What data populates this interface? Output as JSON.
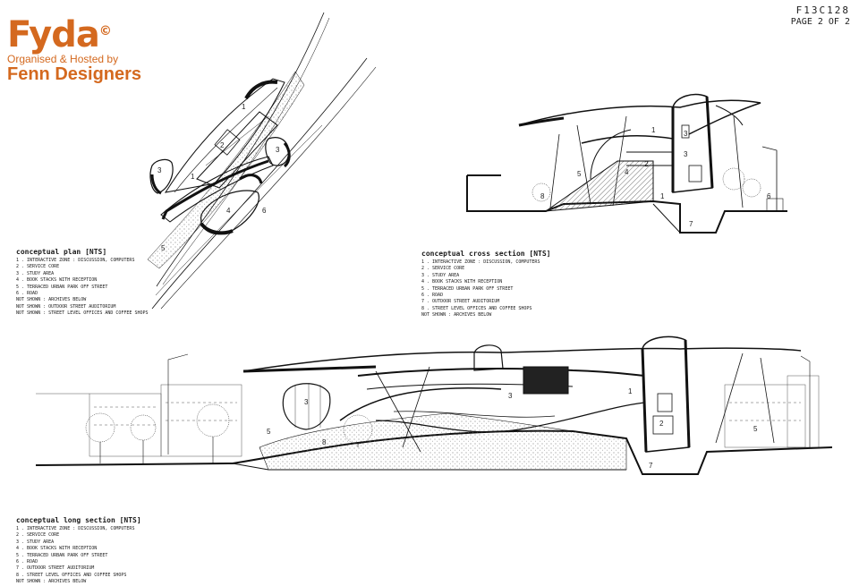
{
  "header": {
    "logo_mark": "Fyda",
    "logo_copyright": "©",
    "logo_tagline": "Organised & Hosted by",
    "logo_org": "Fenn Designers",
    "sheet_code": "F13C128",
    "page": "PAGE 2 OF 2"
  },
  "colors": {
    "brand_orange": "#d4691f",
    "ink": "#1a1a1a"
  },
  "plan": {
    "title": "conceptual plan [NTS]",
    "legend": [
      "1 . INTERACTIVE ZONE : DISCUSSION, COMPUTERS",
      "2 . SERVICE CORE",
      "3 . STUDY AREA",
      "4 . BOOK STACKS WITH RECEPTION",
      "5 . TERRACED URBAN PARK OFF STREET",
      "6 . ROAD",
      "NOT SHOWN : ARCHIVES BELOW",
      "NOT SHOWN : OUTDOOR STREET AUDITORIUM",
      "NOT SHOWN : STREET LEVEL OFFICES AND COFFEE SHOPS"
    ],
    "labels": [
      "1",
      "2",
      "3",
      "3",
      "1",
      "4",
      "6",
      "5"
    ]
  },
  "cross": {
    "title": "conceptual cross section [NTS]",
    "legend": [
      "1 . INTERACTIVE ZONE : DISCUSSION, COMPUTERS",
      "2 . SERVICE CORE",
      "3 . STUDY AREA",
      "4 . BOOK STACKS WITH RECEPTION",
      "5 . TERRACED URBAN PARK OFF STREET",
      "6 . ROAD",
      "7 . OUTDOOR STREET AUDITORIUM",
      "8 . STREET LEVEL OFFICES AND COFFEE SHOPS",
      "NOT SHOWN : ARCHIVES BELOW"
    ],
    "labels": [
      "1",
      "3",
      "3",
      "2",
      "5",
      "4",
      "1",
      "8",
      "6",
      "7"
    ]
  },
  "long": {
    "title": "conceptual long section [NTS]",
    "legend": [
      "1 . INTERACTIVE ZONE : DISCUSSION, COMPUTERS",
      "2 . SERVICE CORE",
      "3 . STUDY AREA",
      "4 . BOOK STACKS WITH RECEPTION",
      "5 . TERRACED URBAN PARK OFF STREET",
      "6 . ROAD",
      "7 . OUTDOOR STREET AUDITORIUM",
      "8 . STREET LEVEL OFFICES AND COFFEE SHOPS",
      "NOT SHOWN : ARCHIVES BELOW"
    ],
    "labels": [
      "3",
      "5",
      "8",
      "3",
      "1",
      "2",
      "7",
      "5"
    ]
  }
}
